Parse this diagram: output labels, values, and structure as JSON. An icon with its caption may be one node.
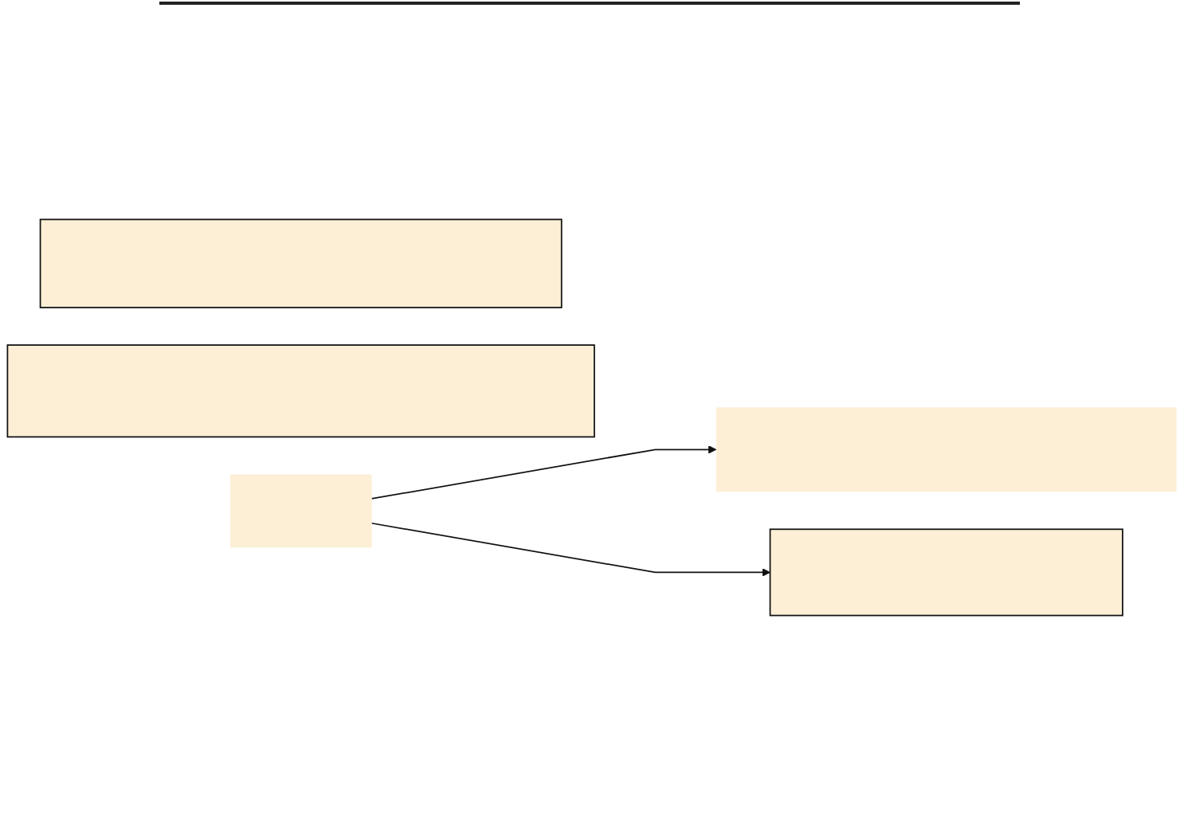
{
  "diagram": {
    "nodes": [
      {
        "text": [],
        "shape": "box"
      },
      {
        "text": [],
        "shape": "box"
      },
      {
        "text": [],
        "shape": "box"
      },
      {
        "text": [],
        "shape": "box"
      },
      {
        "text": [],
        "shape": "box"
      }
    ],
    "edges": [
      {
        "from": 2,
        "to": 3,
        "arrow": "to"
      },
      {
        "from": 2,
        "to": 4,
        "arrow": "to"
      }
    ]
  }
}
